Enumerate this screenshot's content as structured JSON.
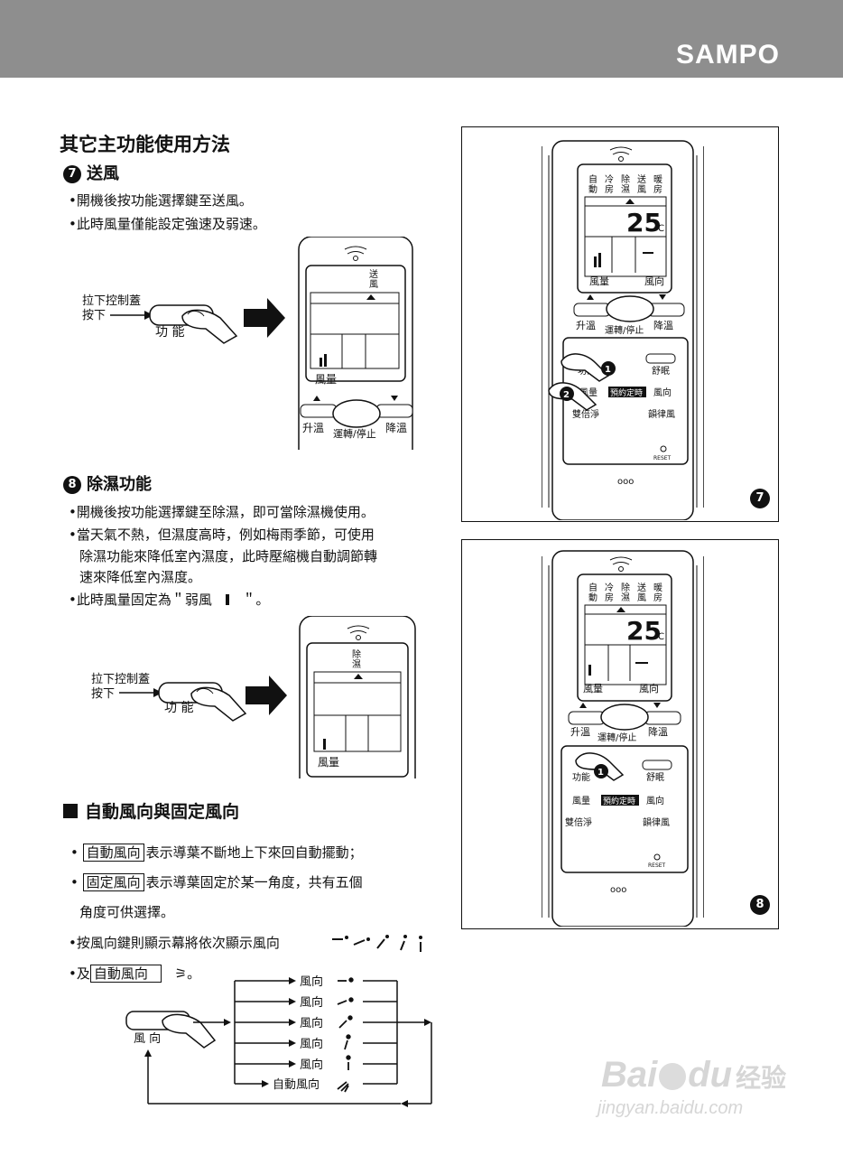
{
  "header": {
    "brand": "SAMPO"
  },
  "section_title": "其它主功能使用方法",
  "fan": {
    "number": "7",
    "title": "送風",
    "bullets": [
      "•開機後按功能選擇鍵至送風。",
      "•此時風量僅能設定強速及弱速。"
    ],
    "remote_mode": "送\n風"
  },
  "dehumid": {
    "number": "8",
    "title": "除濕功能",
    "bullets": [
      "•開機後按功能選擇鍵至除濕，即可當除濕機使用。",
      "•當天氣不熱，但濕度高時，例如梅雨季節，可使用",
      "除濕功能來降低室內濕度，此時壓縮機自動調節轉",
      "速來降低室內濕度。",
      "•此時風量固定為＂弱風"
    ],
    "bullet_tail": "＂。",
    "remote_mode": "除\n濕"
  },
  "instruction": {
    "line1": "拉下控制蓋",
    "line2": "按下",
    "key": "功 能"
  },
  "remote": {
    "fan_speed": "風量",
    "up": "升溫",
    "down": "降溫",
    "power": "運轉/停止",
    "direction": "風向",
    "modes": [
      "自\n動",
      "冷\n房",
      "除\n濕",
      "送\n風",
      "暖\n房"
    ],
    "temp": "25",
    "unit": "℃",
    "buttons": {
      "function": "功能",
      "sleep": "舒眠",
      "fan": "風量",
      "timer": "預約定時",
      "direction": "風向",
      "double": "雙倍淨",
      "rhythm": "韻律風",
      "reset": "RESET"
    },
    "dots": "ooo"
  },
  "fig_labels": {
    "fig7": "7",
    "fig8": "8"
  },
  "direction_section": {
    "title": "自動風向與固定風向",
    "auto_box": "自動風向",
    "auto_desc": "表示導葉不斷地上下來回自動擺動；",
    "fixed_box": "固定風向",
    "fixed_desc": "表示導葉固定於某一角度，共有五個",
    "fixed_desc2": "角度可供選擇。",
    "press_line": "•按風向鍵則顯示幕將依次顯示風向",
    "and_prefix": "•及",
    "and_box": "自動風向",
    "and_suffix": "。",
    "key_label": "風 向",
    "flow": [
      "風向",
      "風向",
      "風向",
      "風向",
      "風向",
      "自動風向"
    ]
  },
  "watermark": {
    "brand": "Bai",
    "brand2": "du",
    "cn": "经验",
    "url": "jingyan.baidu.com"
  }
}
